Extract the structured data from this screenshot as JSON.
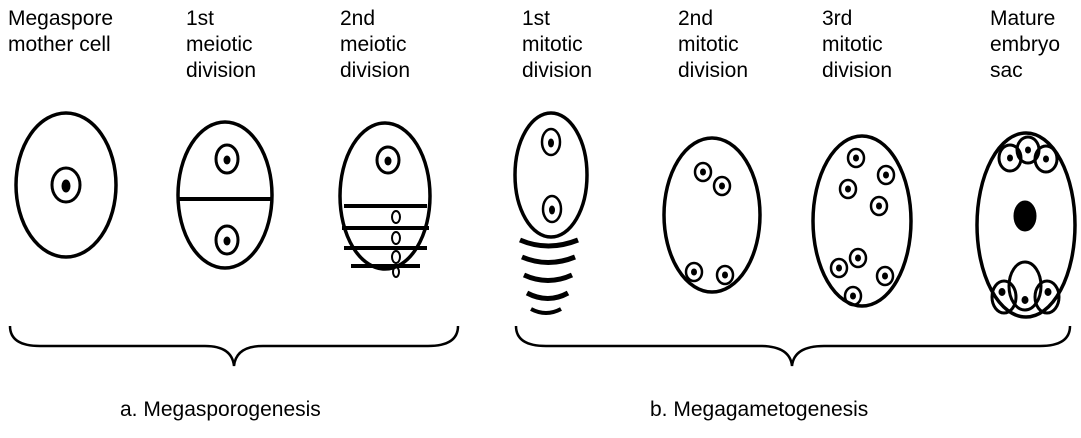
{
  "stages": [
    {
      "line1": "Megaspore",
      "line2": "mother cell",
      "line3": ""
    },
    {
      "line1": "1st",
      "line2": "meiotic",
      "line3": "division"
    },
    {
      "line1": "2nd",
      "line2": "meiotic",
      "line3": "division"
    },
    {
      "line1": "1st",
      "line2": "mitotic",
      "line3": "division"
    },
    {
      "line1": "2nd",
      "line2": "mitotic",
      "line3": "division"
    },
    {
      "line1": "3rd",
      "line2": "mitotic",
      "line3": "division"
    },
    {
      "line1": "Mature",
      "line2": "embryo",
      "line3": "sac"
    }
  ],
  "groups": {
    "a": "a. Megasporogenesis",
    "b": "b. Megagametogenesis"
  }
}
